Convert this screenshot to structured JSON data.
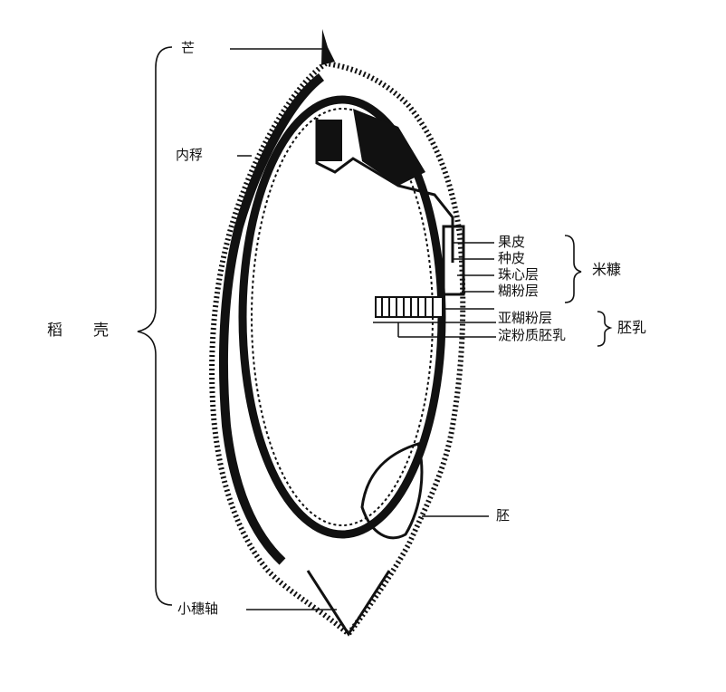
{
  "labels": {
    "awn": "芒",
    "palea": "内稃",
    "hull": "稻壳",
    "pericarp": "果皮",
    "seed_coat": "种皮",
    "nucellus": "珠心层",
    "aleurone": "糊粉层",
    "subaleurone": "亚糊粉层",
    "starchy_endosperm": "淀粉质胚乳",
    "bran": "米糠",
    "endosperm": "胚乳",
    "embryo": "胚",
    "rachilla": "小穗轴"
  },
  "colors": {
    "ink": "#111111",
    "background": "#ffffff"
  }
}
